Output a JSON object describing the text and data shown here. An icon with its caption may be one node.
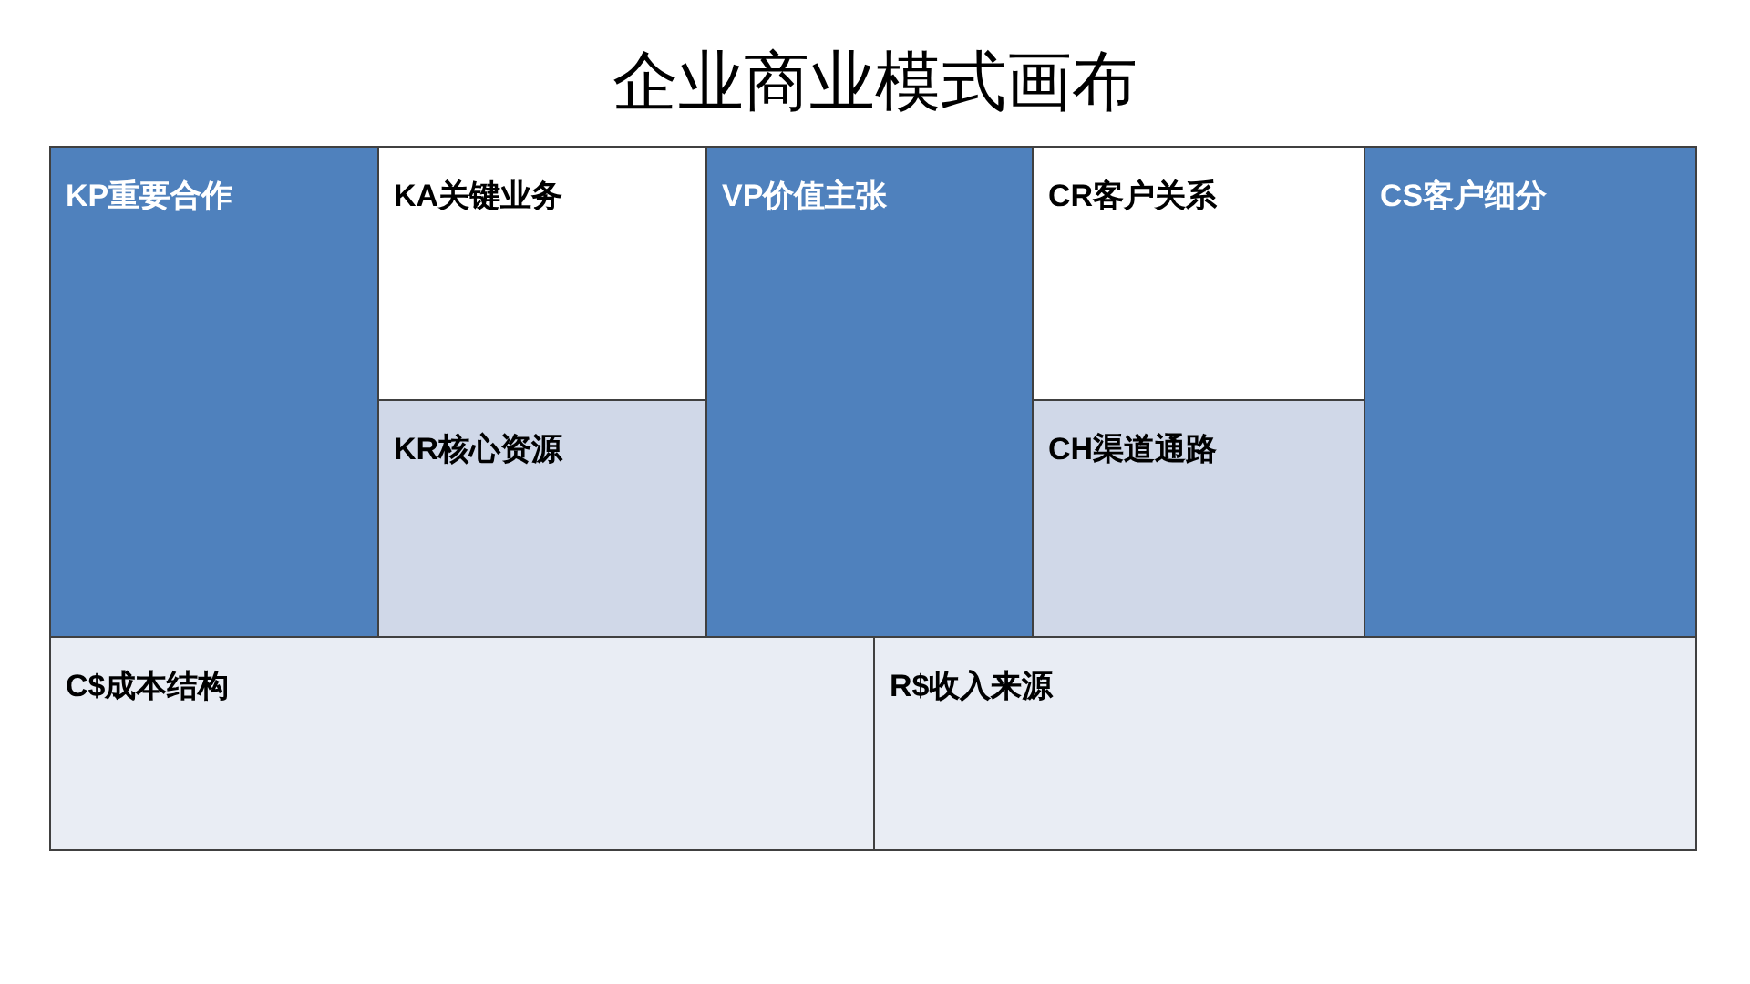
{
  "diagram": {
    "title": "企业商业模式画布",
    "nodes": [
      {
        "text": [
          "KP重要合作"
        ]
      },
      {
        "text": [
          "KA关键业务"
        ]
      },
      {
        "text": [
          "VP价值主张"
        ]
      },
      {
        "text": [
          "CR客户关系"
        ]
      },
      {
        "text": [
          "CS客户细分"
        ]
      },
      {
        "text": [
          "KR核心资源"
        ]
      },
      {
        "text": [
          "CH渠道通路"
        ]
      },
      {
        "text": [
          "C$成本结构"
        ]
      },
      {
        "text": [
          "R$收入来源"
        ]
      }
    ]
  }
}
